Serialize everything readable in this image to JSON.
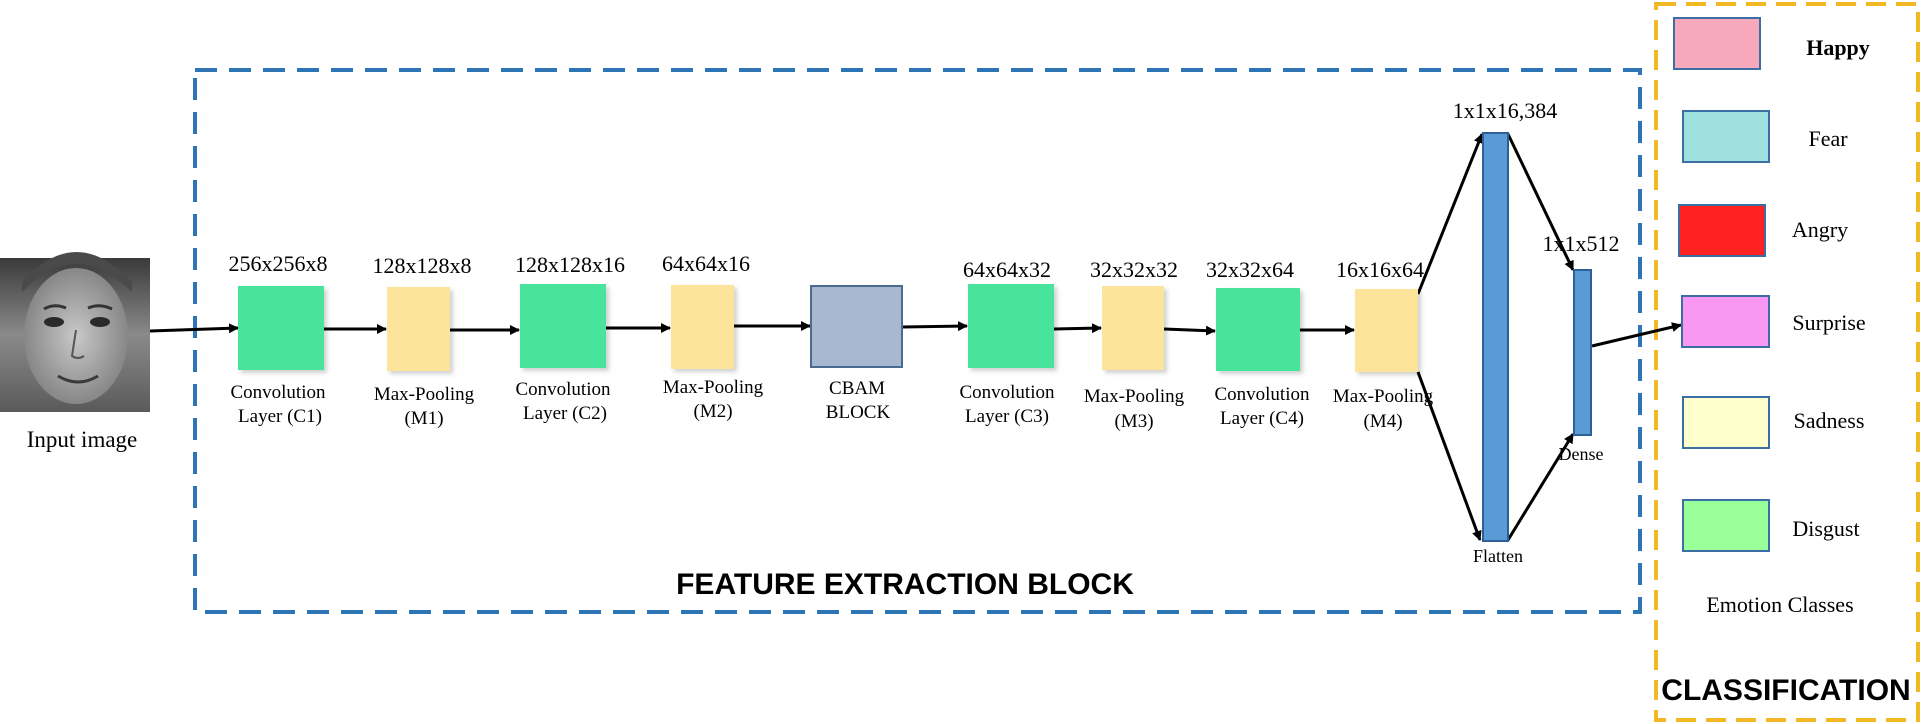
{
  "input": {
    "label": "Input image"
  },
  "layers": [
    {
      "dims": "256x256x8",
      "caption_line1": "Convolution",
      "caption_line2": "Layer (C1)"
    },
    {
      "dims": "128x128x8",
      "caption_line1": "Max-Pooling",
      "caption_line2": "(M1)"
    },
    {
      "dims": "128x128x16",
      "caption_line1": "Convolution",
      "caption_line2": "Layer (C2)"
    },
    {
      "dims": "64x64x16",
      "caption_line1": "Max-Pooling",
      "caption_line2": "(M2)"
    },
    {
      "dims": "",
      "caption_line1": "CBAM",
      "caption_line2": "BLOCK"
    },
    {
      "dims": "64x64x32",
      "caption_line1": "Convolution",
      "caption_line2": "Layer (C3)"
    },
    {
      "dims": "32x32x32",
      "caption_line1": "Max-Pooling",
      "caption_line2": "(M3)"
    },
    {
      "dims": "32x32x64",
      "caption_line1": "Convolution",
      "caption_line2": "Layer (C4)"
    },
    {
      "dims": "16x16x64",
      "caption_line1": "Max-Pooling",
      "caption_line2": "(M4)"
    }
  ],
  "flatten": {
    "dims": "1x1x16,384",
    "label": "Flatten"
  },
  "dense": {
    "dims": "1x1x512",
    "label": "Dense"
  },
  "feature_block": {
    "title": "FEATURE EXTRACTION BLOCK"
  },
  "classification": {
    "title": "CLASSIFICATION",
    "legend_title": "Emotion Classes",
    "classes": [
      {
        "label": "Happy",
        "color": "#f7a8ba"
      },
      {
        "label": "Fear",
        "color": "#9ee0dc"
      },
      {
        "label": "Angry",
        "color": "#ff2020"
      },
      {
        "label": "Surprise",
        "color": "#f998f2"
      },
      {
        "label": "Sadness",
        "color": "#ffffcc"
      },
      {
        "label": "Disgust",
        "color": "#99ff99"
      }
    ]
  },
  "colors": {
    "conv": "#4ae49c",
    "pool": "#fde49b",
    "cbam": "#a8b8d0",
    "fc": "#5b9bd5",
    "feature_border": "#2e75b6",
    "classification_border": "#f2b823"
  }
}
